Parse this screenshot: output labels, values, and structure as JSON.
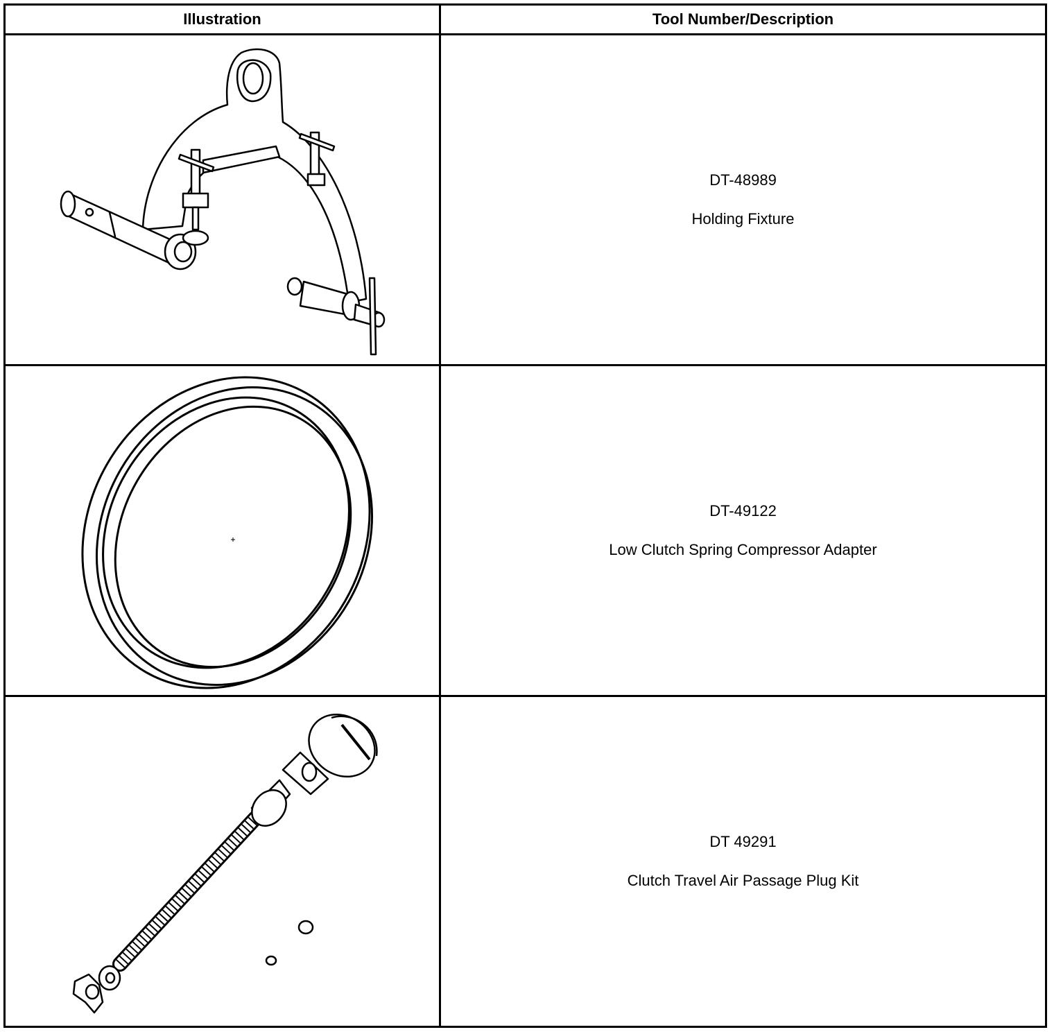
{
  "table": {
    "headers": {
      "illustration": "Illustration",
      "tool": "Tool Number/Description"
    },
    "rows": [
      {
        "number": "DT-48989",
        "description": "Holding Fixture",
        "icon": "holding-fixture-illustration"
      },
      {
        "number": "DT-49122",
        "description": "Low Clutch Spring Compressor Adapter",
        "icon": "spring-compressor-adapter-illustration"
      },
      {
        "number": "DT 49291",
        "description": "Clutch Travel Air Passage Plug Kit",
        "icon": "air-passage-plug-kit-illustration"
      }
    ]
  }
}
